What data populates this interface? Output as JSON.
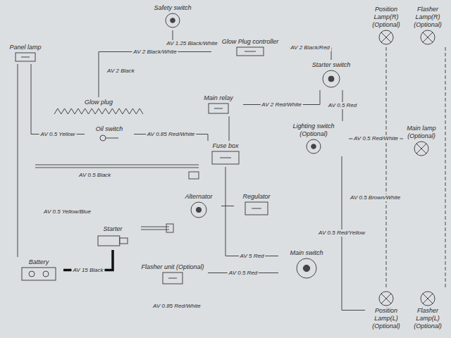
{
  "diagram": {
    "nodes": [
      {
        "text": [
          "Safety switch"
        ]
      },
      {
        "text": [
          "Glow plug"
        ]
      },
      {
        "text": [
          "Glow Plug controller"
        ]
      },
      {
        "text": [
          "Starter switch"
        ]
      },
      {
        "text": [
          "Oil switch"
        ]
      },
      {
        "text": [
          "Main relay"
        ]
      },
      {
        "text": [
          "Lighting switch (Optional)"
        ]
      },
      {
        "text": [
          "Position Lamp(R) (Optional)"
        ]
      },
      {
        "text": [
          "Flasher Lamp(R) (Optional)"
        ]
      },
      {
        "text": [
          "Main lamp (Optional)"
        ]
      },
      {
        "text": [
          "Battery"
        ]
      },
      {
        "text": [
          "Starter"
        ]
      },
      {
        "text": [
          "Fuse box"
        ]
      },
      {
        "text": [
          "Alternator"
        ]
      },
      {
        "text": [
          "Regulator"
        ]
      },
      {
        "text": [
          "Flasher unit (Optional)"
        ]
      },
      {
        "text": [
          "Main switch"
        ]
      },
      {
        "text": [
          "Position Lamp(L) (Optional)"
        ]
      },
      {
        "text": [
          "Flasher Lamp(L) (Optional)"
        ]
      },
      {
        "text": [
          "Panel lamp"
        ]
      }
    ],
    "edges": [
      {
        "from": 0,
        "to": 2,
        "arrow": "none",
        "label": "AV 1.25 Black/White"
      },
      {
        "from": 1,
        "to": 2,
        "arrow": "none",
        "label": "AV 2 Black/White"
      },
      {
        "from": 2,
        "to": 3,
        "arrow": "none",
        "label": "AV 2 Black/Red"
      },
      {
        "from": 3,
        "to": 5,
        "arrow": "none",
        "label": "AV 2 Red/White"
      },
      {
        "from": 3,
        "to": 6,
        "arrow": "none",
        "label": "AV 0.5 Red"
      },
      {
        "from": 6,
        "to": 9,
        "arrow": "none",
        "label": "AV 0.5 Red/White"
      },
      {
        "from": 6,
        "to": 17,
        "arrow": "none",
        "label": "AV 0.5 Red/Yellow"
      },
      {
        "from": 7,
        "to": 17,
        "arrow": "none"
      },
      {
        "from": 8,
        "to": 18,
        "arrow": "none"
      },
      {
        "from": 4,
        "to": 12,
        "arrow": "none",
        "label": "AV 0.85 Red/White"
      },
      {
        "from": 5,
        "to": 12,
        "arrow": "none"
      },
      {
        "from": 12,
        "to": 16,
        "arrow": "none",
        "label": "AV 5 Red"
      },
      {
        "from": 13,
        "to": 14,
        "arrow": "none"
      },
      {
        "from": 16,
        "to": 15,
        "arrow": "none",
        "label": "AV 0.5 Red"
      },
      {
        "from": 10,
        "to": 11,
        "arrow": "none",
        "label": "AV 15 Black"
      },
      {
        "from": 19,
        "to": 4,
        "arrow": "none",
        "label": "AV 0.5 Yellow"
      },
      {
        "from": 19,
        "to": 10,
        "arrow": "none"
      }
    ],
    "labels": [
      "AV 0.5 Black",
      "AV 0.85 Red/White",
      "AV 0.5 Brown/White",
      "AV 2 Black",
      "AV 0.5 Yellow/Blue"
    ]
  }
}
